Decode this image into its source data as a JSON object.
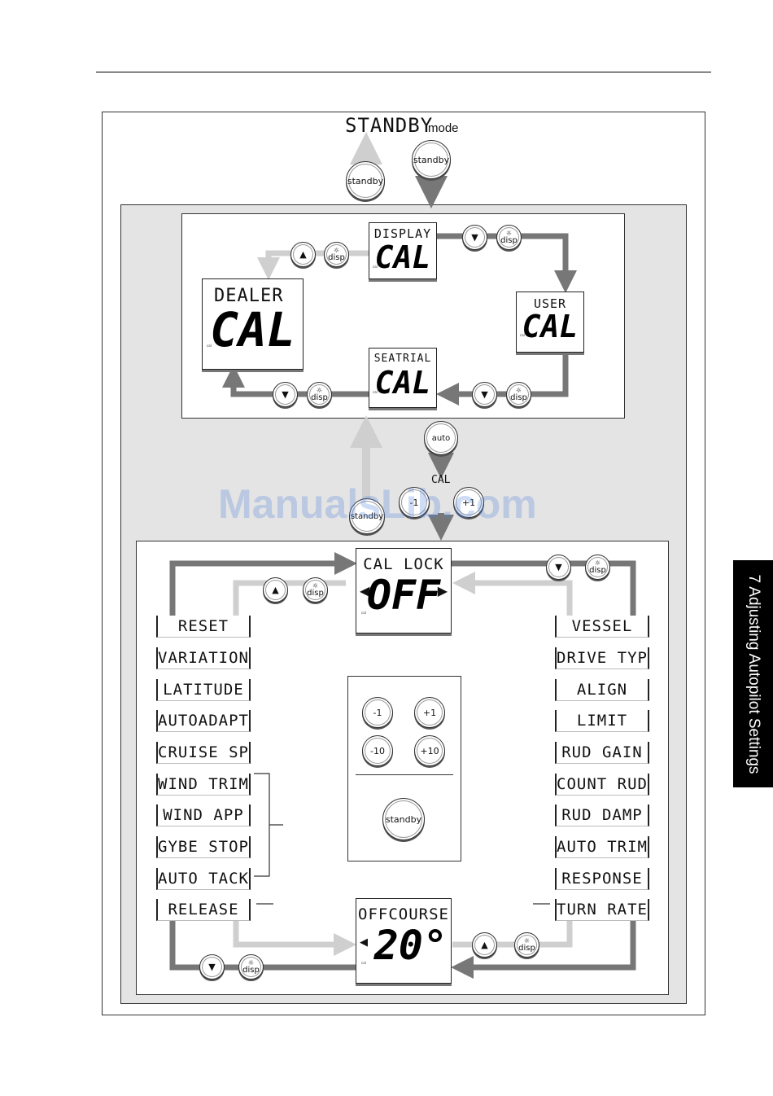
{
  "header": {
    "section_tab": "7 Adjusting Autopilot Settings"
  },
  "diagram": {
    "standby_title": "STANDBY",
    "standby_mode_word": "mode",
    "cal_label": "CAL",
    "buttons": {
      "standby": "standby",
      "auto": "auto",
      "disp": "disp",
      "minus1": "-1",
      "plus1": "+1",
      "minus10": "-10",
      "plus10": "+10",
      "up_arrow": "▲",
      "down_arrow": "▼",
      "sun": "☼"
    },
    "screens": {
      "display": {
        "top": "DISPLAY",
        "big": "CAL"
      },
      "user": {
        "top": "USER",
        "big": "CAL"
      },
      "dealer": {
        "top": "DEALER",
        "big": "CAL"
      },
      "seatrial": {
        "top": "SEATRIAL",
        "big": "CAL"
      },
      "cal_lock": {
        "top": "CAL LOCK",
        "big": "OFF"
      },
      "offcourse": {
        "top": "OFFCOURSE",
        "big": "20°"
      },
      "small_cal": "cal"
    },
    "left_menu": [
      "RESET",
      "VARIATION",
      "LATITUDE",
      "AUTOADAPT",
      "CRUISE SP",
      "WIND TRIM",
      "WIND APP",
      "GYBE STOP",
      "AUTO TACK",
      "RELEASE"
    ],
    "right_menu": [
      "VESSEL",
      "DRIVE TYP",
      "ALIGN",
      "LIMIT",
      "RUD GAIN",
      "COUNT RUD",
      "RUD DAMP",
      "AUTO TRIM",
      "RESPONSE",
      "TURN RATE"
    ]
  },
  "watermark": "ManualsLib.com",
  "colors": {
    "arrow_dark": "#777777",
    "arrow_light": "#cfcfcf",
    "panel_bg": "#e4e4e4",
    "tab_bg": "#000000"
  }
}
